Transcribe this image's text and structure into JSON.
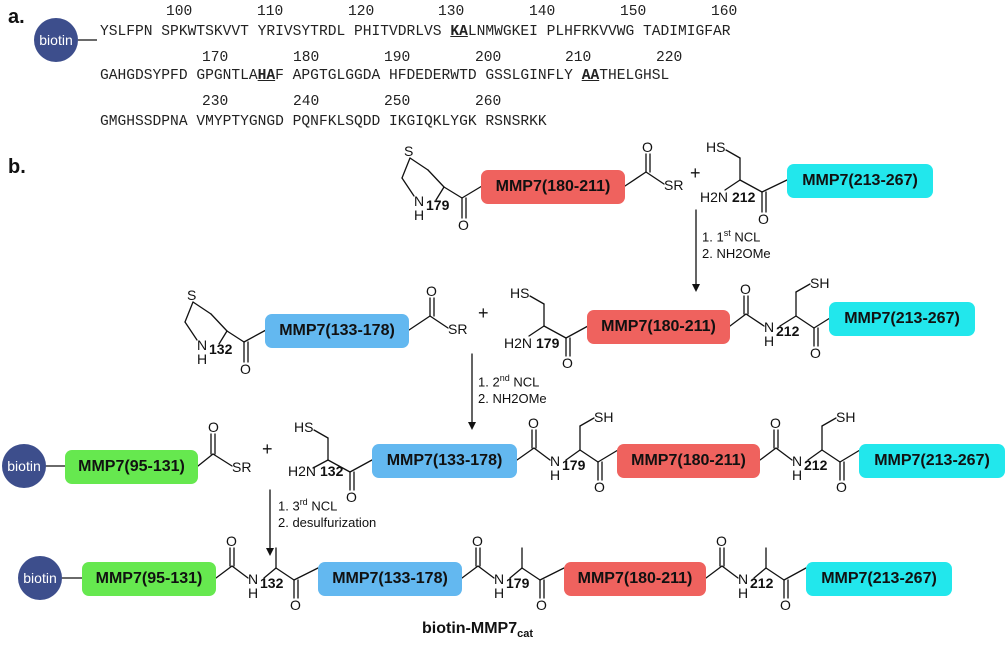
{
  "panel_a": {
    "label": "a.",
    "biotin_label": "biotin",
    "row1_numbers": [
      "100",
      "110",
      "120",
      "130",
      "140",
      "150",
      "160"
    ],
    "row1_segments": [
      {
        "text": "YSLFPN SPKWTSKVVT YRIVSYTRDL PHITVDRLVS ",
        "bold": false
      },
      {
        "text": "KA",
        "bold": true
      },
      {
        "text": "LNMWGKEI PLHFRKVVWG TADIMIGFAR",
        "bold": false
      }
    ],
    "row2_numbers": [
      "170",
      "180",
      "190",
      "200",
      "210",
      "220"
    ],
    "row2_segments": [
      {
        "text": "GAHGDSYPFD GPGNTLA",
        "bold": false
      },
      {
        "text": "HA",
        "bold": true
      },
      {
        "text": "F APGTGLGGDA HFDEDERWTD GSSLGINFLY ",
        "bold": false
      },
      {
        "text": "AA",
        "bold": true
      },
      {
        "text": "THELGHSL",
        "bold": false
      }
    ],
    "row3_numbers": [
      "230",
      "240",
      "250",
      "260"
    ],
    "row3_segments": [
      {
        "text": "GMGHSSDPNA VMYPTYGNGD PQNFKLSQDD IKGIQKLYGK RSNSRKK",
        "bold": false
      }
    ]
  },
  "panel_b": {
    "label": "b.",
    "fragments": {
      "f95": "MMP7(95-131)",
      "f133": "MMP7(133-178)",
      "f180": "MMP7(180-211)",
      "f213": "MMP7(213-267)"
    },
    "biotin_label": "biotin",
    "residues": {
      "r132": "132",
      "r179": "179",
      "r212": "212"
    },
    "atoms": {
      "S": "S",
      "N": "N",
      "H": "H",
      "O": "O",
      "SR": "SR",
      "SH": "SH",
      "HS": "HS",
      "H2N": "H2N",
      "plus": "+"
    },
    "steps": {
      "step1_line1_pre": "1. 1",
      "step1_line1_sup": "st",
      "step1_line1_post": " NCL",
      "step1_line2": "2. NH2OMe",
      "step2_line1_pre": "1. 2",
      "step2_line1_sup": "nd",
      "step2_line1_post": " NCL",
      "step2_line2": "2. NH2OMe",
      "step3_line1_pre": "1. 3",
      "step3_line1_sup": "rd",
      "step3_line1_post": " NCL",
      "step3_line2": "2. desulfurization"
    },
    "product": {
      "name": "biotin-MMP7",
      "subscript": "cat"
    }
  },
  "colors": {
    "green": "#66e84f",
    "blue": "#63b8f0",
    "red": "#ef625e",
    "cyan": "#22e7ec",
    "biotin": "#3d4e8c"
  }
}
